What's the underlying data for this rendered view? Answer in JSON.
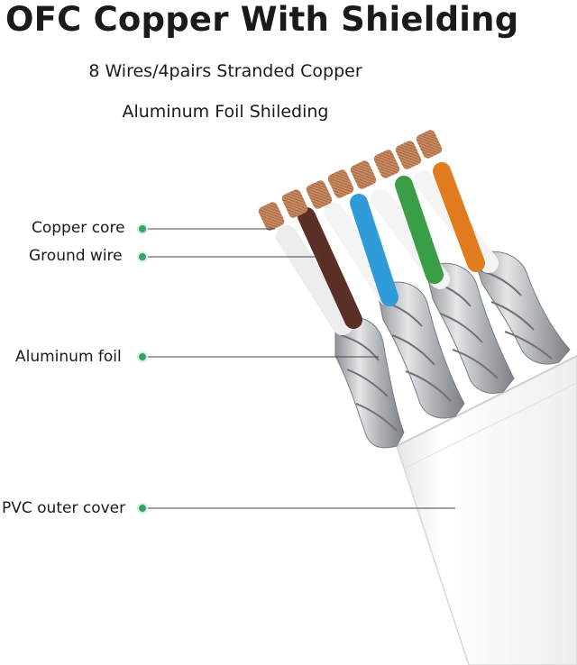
{
  "title": "OFC Copper With Shielding",
  "subtitles": {
    "line1": "8 Wires/4pairs Stranded Copper",
    "line2": "Aluminum Foil Shileding"
  },
  "callouts": [
    {
      "label": "Copper core"
    },
    {
      "label": "Ground wire"
    },
    {
      "label": "Aluminum foil"
    },
    {
      "label": "PVC outer cover"
    }
  ],
  "colors": {
    "callout_dot": "#3aa36b",
    "leader_line": "#444444",
    "copper": "#c98b62",
    "wire_brown": "#5a2f26",
    "wire_blue": "#2f9bd8",
    "wire_green": "#3a9e46",
    "wire_orange": "#e07b1e",
    "wire_white": "#f4f4f4",
    "foil": "#b9bcc0",
    "jacket": "#f6f6f6"
  }
}
